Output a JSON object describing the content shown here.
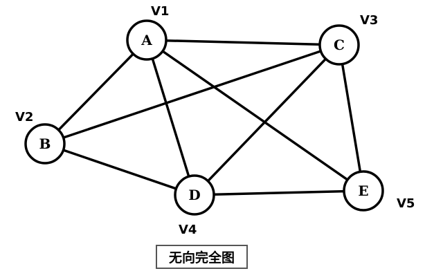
{
  "nodes": [
    {
      "id": "A",
      "letter": "A",
      "tag": "V1"
    },
    {
      "id": "B",
      "letter": "B",
      "tag": "V2"
    },
    {
      "id": "C",
      "letter": "C",
      "tag": "V3"
    },
    {
      "id": "D",
      "letter": "D",
      "tag": "V4"
    },
    {
      "id": "E",
      "letter": "E",
      "tag": "V5"
    }
  ],
  "edges": [
    [
      "A",
      "B"
    ],
    [
      "A",
      "C"
    ],
    [
      "A",
      "D"
    ],
    [
      "A",
      "E"
    ],
    [
      "B",
      "C"
    ],
    [
      "B",
      "D"
    ],
    [
      "C",
      "D"
    ],
    [
      "C",
      "E"
    ],
    [
      "D",
      "E"
    ]
  ],
  "caption": "无向完全图"
}
